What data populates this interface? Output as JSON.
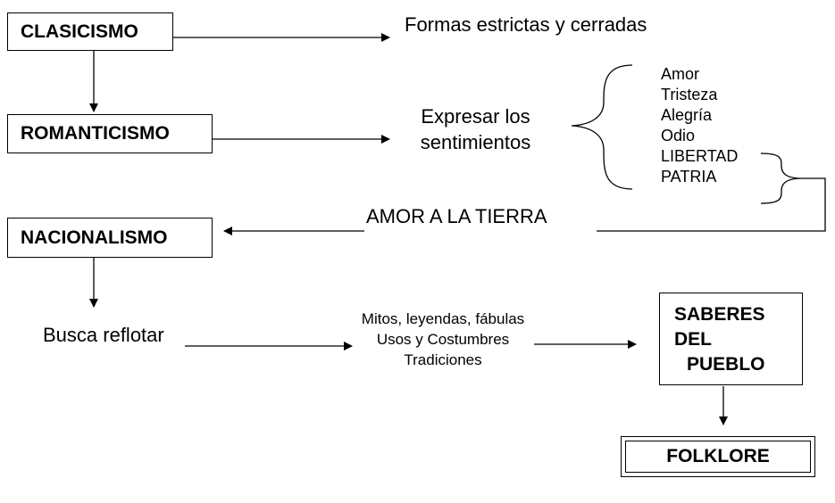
{
  "nodes": {
    "clasicismo": "CLASICISMO",
    "romanticismo": "ROMANTICISMO",
    "nacionalismo": "NACIONALISMO",
    "saberes": [
      "SABERES",
      "DEL",
      "PUEBLO"
    ],
    "folklore": "FOLKLORE"
  },
  "labels": {
    "formas": "Formas estrictas y cerradas",
    "expresar": [
      "Expresar los",
      "sentimientos"
    ],
    "sentimientos": [
      "Amor",
      "Tristeza",
      "Alegría",
      "Odio",
      "LIBERTAD",
      "PATRIA"
    ],
    "amor_tierra": "AMOR A LA TIERRA",
    "busca": "Busca reflotar",
    "tradiciones": [
      "Mitos, leyendas, fábulas",
      "Usos y Costumbres",
      "Tradiciones"
    ]
  }
}
